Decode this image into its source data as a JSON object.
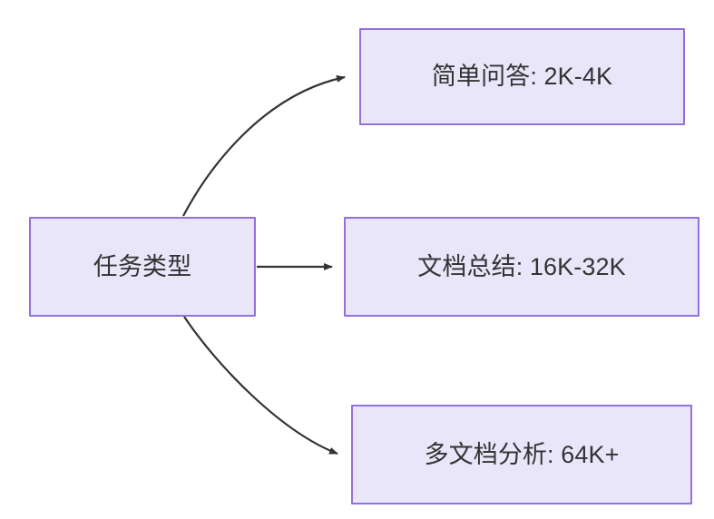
{
  "diagram": {
    "type": "flowchart",
    "direction": "left-to-right",
    "background_color": "#ffffff",
    "node_fill_color": "#e9e6fa",
    "node_border_color": "#9370db",
    "node_text_color": "#333333",
    "edge_color": "#333333",
    "source": {
      "id": "task-type",
      "label": "任务类型"
    },
    "targets": [
      {
        "id": "simple-qa",
        "label": "简单问答: 2K-4K"
      },
      {
        "id": "doc-summary",
        "label": "文档总结: 16K-32K"
      },
      {
        "id": "multi-doc-analysis",
        "label": "多文档分析: 64K+"
      }
    ],
    "edges": [
      {
        "from": "task-type",
        "to": "simple-qa",
        "style": "curved",
        "arrow": "triangle"
      },
      {
        "from": "task-type",
        "to": "doc-summary",
        "style": "straight",
        "arrow": "triangle"
      },
      {
        "from": "task-type",
        "to": "multi-doc-analysis",
        "style": "curved",
        "arrow": "triangle"
      }
    ]
  }
}
